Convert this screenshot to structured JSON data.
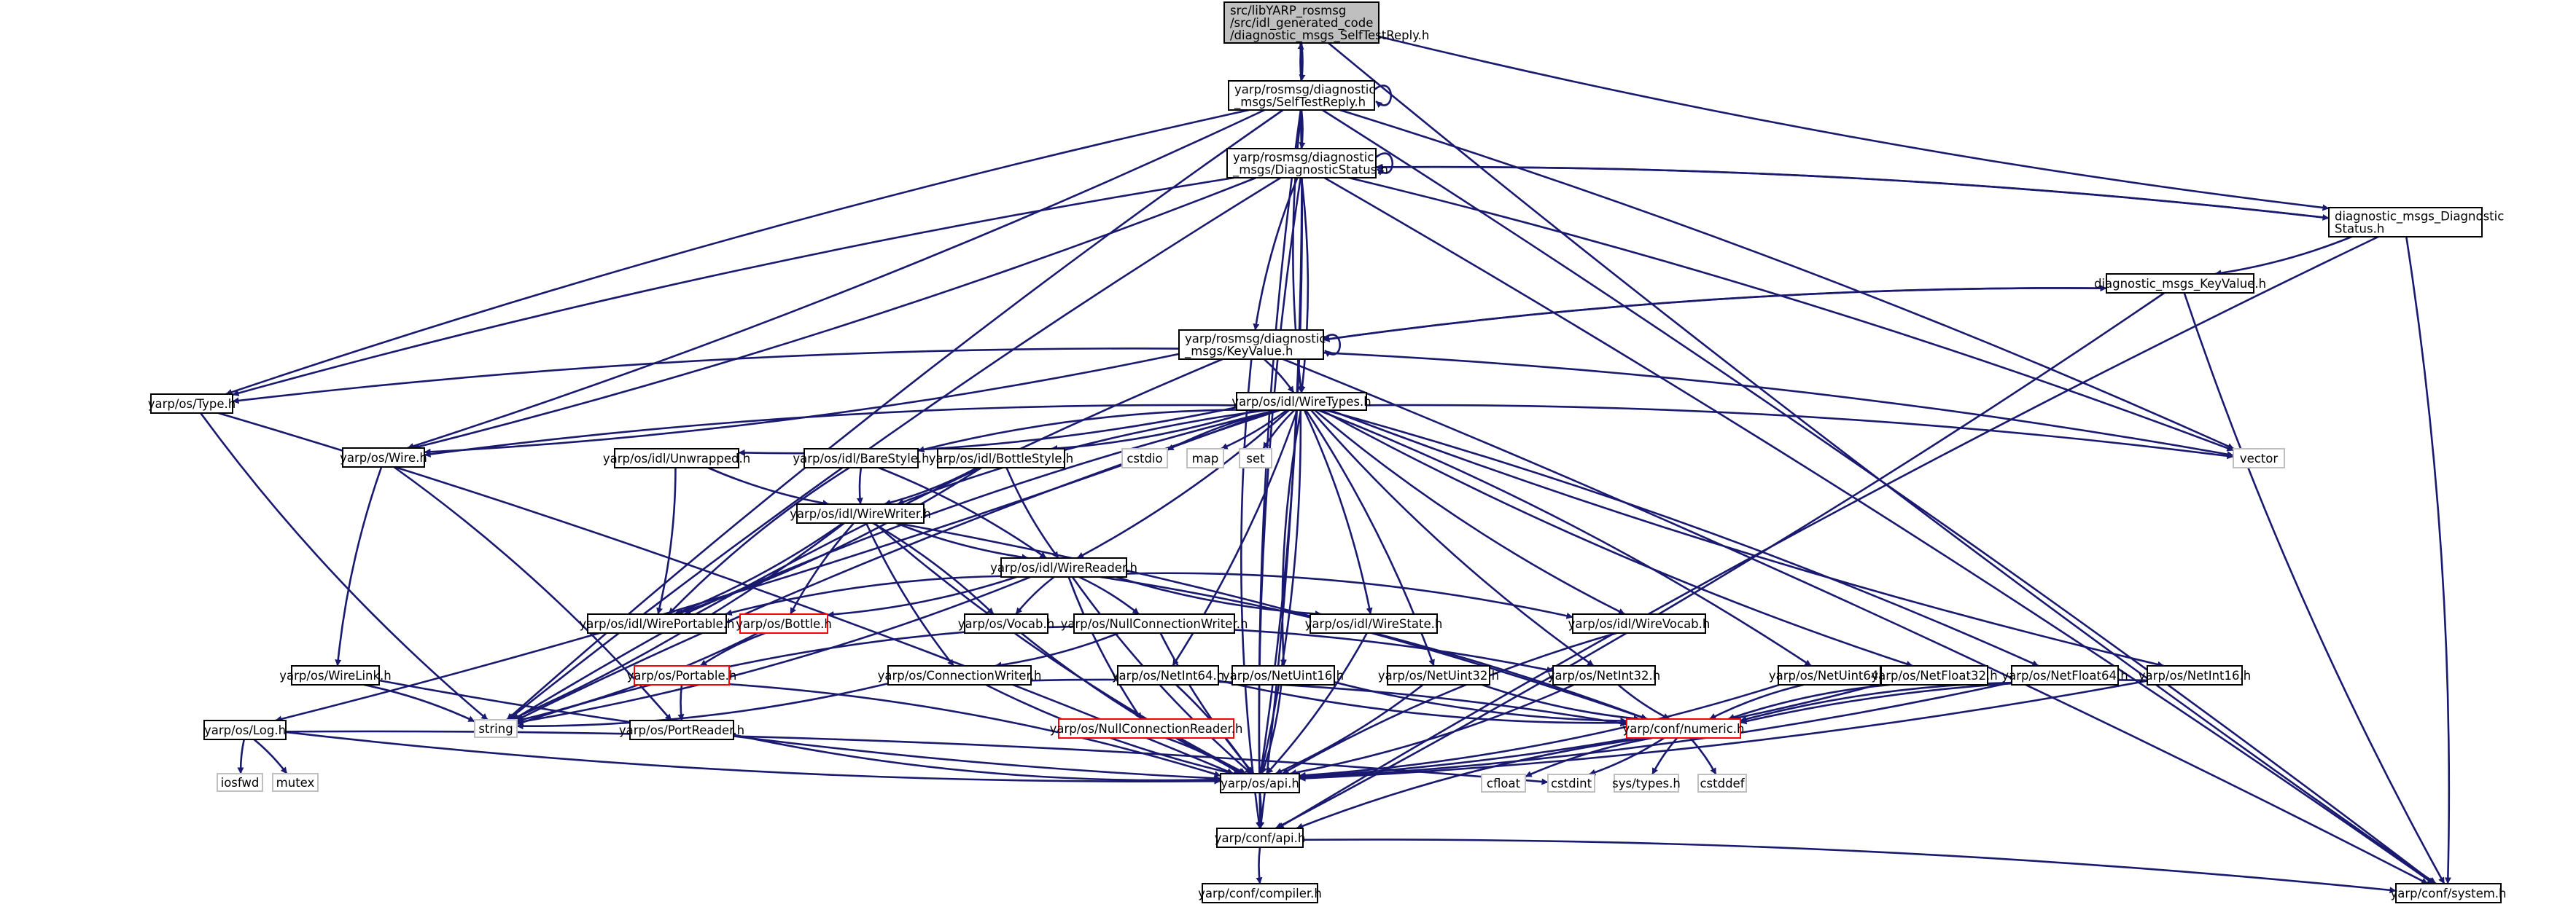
{
  "graph": {
    "nodes": [
      {
        "id": "root",
        "lines": [
          "src/libYARP_rosmsg",
          "/src/idl_generated_code",
          "/diagnostic_msgs_SelfTestReply.h"
        ],
        "kind": "root"
      },
      {
        "id": "selftest",
        "lines": [
          "yarp/rosmsg/diagnostic",
          "_msgs/SelfTestReply.h"
        ]
      },
      {
        "id": "diagstatus",
        "lines": [
          "yarp/rosmsg/diagnostic",
          "_msgs/DiagnosticStatus.h"
        ]
      },
      {
        "id": "dmds",
        "lines": [
          "diagnostic_msgs_Diagnostic",
          "Status.h"
        ]
      },
      {
        "id": "dmkv",
        "lines": [
          "diagnostic_msgs_KeyValue.h"
        ]
      },
      {
        "id": "keyvalue",
        "lines": [
          "yarp/rosmsg/diagnostic",
          "_msgs/KeyValue.h"
        ]
      },
      {
        "id": "type",
        "lines": [
          "yarp/os/Type.h"
        ]
      },
      {
        "id": "wiretypes",
        "lines": [
          "yarp/os/idl/WireTypes.h"
        ]
      },
      {
        "id": "wire",
        "lines": [
          "yarp/os/Wire.h"
        ]
      },
      {
        "id": "unwrapped",
        "lines": [
          "yarp/os/idl/Unwrapped.h"
        ]
      },
      {
        "id": "barestyle",
        "lines": [
          "yarp/os/idl/BareStyle.h"
        ]
      },
      {
        "id": "bottlestyle",
        "lines": [
          "yarp/os/idl/BottleStyle.h"
        ]
      },
      {
        "id": "cstdio",
        "lines": [
          "cstdio"
        ],
        "kind": "ghost"
      },
      {
        "id": "map",
        "lines": [
          "map"
        ],
        "kind": "ghost"
      },
      {
        "id": "set",
        "lines": [
          "set"
        ],
        "kind": "ghost"
      },
      {
        "id": "vector",
        "lines": [
          "vector"
        ],
        "kind": "ghost"
      },
      {
        "id": "wirewriter",
        "lines": [
          "yarp/os/idl/WireWriter.h"
        ]
      },
      {
        "id": "wirereader",
        "lines": [
          "yarp/os/idl/WireReader.h"
        ]
      },
      {
        "id": "wireportable",
        "lines": [
          "yarp/os/idl/WirePortable.h"
        ]
      },
      {
        "id": "bottle",
        "lines": [
          "yarp/os/Bottle.h"
        ],
        "kind": "red"
      },
      {
        "id": "vocab",
        "lines": [
          "yarp/os/Vocab.h"
        ]
      },
      {
        "id": "nullconnwriter",
        "lines": [
          "yarp/os/NullConnectionWriter.h"
        ]
      },
      {
        "id": "wirestate",
        "lines": [
          "yarp/os/idl/WireState.h"
        ]
      },
      {
        "id": "wirevocab",
        "lines": [
          "yarp/os/idl/WireVocab.h"
        ]
      },
      {
        "id": "portable",
        "lines": [
          "yarp/os/Portable.h"
        ],
        "kind": "red"
      },
      {
        "id": "wirelink",
        "lines": [
          "yarp/os/WireLink.h"
        ]
      },
      {
        "id": "connwriter",
        "lines": [
          "yarp/os/ConnectionWriter.h"
        ]
      },
      {
        "id": "netint64",
        "lines": [
          "yarp/os/NetInt64.h"
        ]
      },
      {
        "id": "netuint16",
        "lines": [
          "yarp/os/NetUint16.h"
        ]
      },
      {
        "id": "netuint32",
        "lines": [
          "yarp/os/NetUint32.h"
        ]
      },
      {
        "id": "netint32",
        "lines": [
          "yarp/os/NetInt32.h"
        ]
      },
      {
        "id": "netuint64",
        "lines": [
          "yarp/os/NetUint64.h"
        ]
      },
      {
        "id": "netfloat32",
        "lines": [
          "yarp/os/NetFloat32.h"
        ]
      },
      {
        "id": "netfloat64",
        "lines": [
          "yarp/os/NetFloat64.h"
        ]
      },
      {
        "id": "netint16",
        "lines": [
          "yarp/os/NetInt16.h"
        ]
      },
      {
        "id": "string",
        "lines": [
          "string"
        ],
        "kind": "ghost"
      },
      {
        "id": "log",
        "lines": [
          "yarp/os/Log.h"
        ]
      },
      {
        "id": "portreader",
        "lines": [
          "yarp/os/PortReader.h"
        ]
      },
      {
        "id": "numeric",
        "lines": [
          "yarp/conf/numeric.h"
        ],
        "kind": "red"
      },
      {
        "id": "nullconnreader",
        "lines": [
          "yarp/os/NullConnectionReader.h"
        ],
        "kind": "red"
      },
      {
        "id": "iosfwd",
        "lines": [
          "iosfwd"
        ],
        "kind": "ghost"
      },
      {
        "id": "mutex",
        "lines": [
          "mutex"
        ],
        "kind": "ghost"
      },
      {
        "id": "osapi",
        "lines": [
          "yarp/os/api.h"
        ]
      },
      {
        "id": "cfloat",
        "lines": [
          "cfloat"
        ],
        "kind": "ghost"
      },
      {
        "id": "cstdint",
        "lines": [
          "cstdint"
        ],
        "kind": "ghost"
      },
      {
        "id": "systypes",
        "lines": [
          "sys/types.h"
        ],
        "kind": "ghost"
      },
      {
        "id": "cstddef",
        "lines": [
          "cstddef"
        ],
        "kind": "ghost"
      },
      {
        "id": "confapi",
        "lines": [
          "yarp/conf/api.h"
        ]
      },
      {
        "id": "compiler",
        "lines": [
          "yarp/conf/compiler.h"
        ]
      },
      {
        "id": "system",
        "lines": [
          "yarp/conf/system.h"
        ]
      }
    ],
    "edges": [
      [
        "root",
        "selftest"
      ],
      [
        "root",
        "dmds"
      ],
      [
        "root",
        "confapi"
      ],
      [
        "root",
        "system"
      ],
      [
        "selftest",
        "root"
      ],
      [
        "selftest",
        "selftest"
      ],
      [
        "selftest",
        "diagstatus"
      ],
      [
        "selftest",
        "type"
      ],
      [
        "selftest",
        "wire"
      ],
      [
        "selftest",
        "wiretypes"
      ],
      [
        "selftest",
        "vector"
      ],
      [
        "selftest",
        "string"
      ],
      [
        "selftest",
        "osapi"
      ],
      [
        "selftest",
        "confapi"
      ],
      [
        "selftest",
        "system"
      ],
      [
        "diagstatus",
        "diagstatus"
      ],
      [
        "diagstatus",
        "dmds"
      ],
      [
        "diagstatus",
        "keyvalue"
      ],
      [
        "diagstatus",
        "wiretypes"
      ],
      [
        "diagstatus",
        "type"
      ],
      [
        "diagstatus",
        "wire"
      ],
      [
        "diagstatus",
        "string"
      ],
      [
        "diagstatus",
        "vector"
      ],
      [
        "diagstatus",
        "confapi"
      ],
      [
        "diagstatus",
        "system"
      ],
      [
        "dmds",
        "diagstatus"
      ],
      [
        "dmds",
        "dmkv"
      ],
      [
        "dmds",
        "confapi"
      ],
      [
        "dmds",
        "system"
      ],
      [
        "dmkv",
        "keyvalue"
      ],
      [
        "dmkv",
        "confapi"
      ],
      [
        "dmkv",
        "system"
      ],
      [
        "keyvalue",
        "dmkv"
      ],
      [
        "keyvalue",
        "keyvalue"
      ],
      [
        "keyvalue",
        "wiretypes"
      ],
      [
        "keyvalue",
        "type"
      ],
      [
        "keyvalue",
        "wire"
      ],
      [
        "keyvalue",
        "string"
      ],
      [
        "keyvalue",
        "vector"
      ],
      [
        "keyvalue",
        "confapi"
      ],
      [
        "keyvalue",
        "system"
      ],
      [
        "type",
        "string"
      ],
      [
        "type",
        "osapi"
      ],
      [
        "wiretypes",
        "wire"
      ],
      [
        "wiretypes",
        "unwrapped"
      ],
      [
        "wiretypes",
        "barestyle"
      ],
      [
        "wiretypes",
        "bottlestyle"
      ],
      [
        "wiretypes",
        "cstdio"
      ],
      [
        "wiretypes",
        "map"
      ],
      [
        "wiretypes",
        "set"
      ],
      [
        "wiretypes",
        "vector"
      ],
      [
        "wiretypes",
        "wirewriter"
      ],
      [
        "wiretypes",
        "wirereader"
      ],
      [
        "wiretypes",
        "wireportable"
      ],
      [
        "wiretypes",
        "wirestate"
      ],
      [
        "wiretypes",
        "wirevocab"
      ],
      [
        "wiretypes",
        "log"
      ],
      [
        "wiretypes",
        "string"
      ],
      [
        "wiretypes",
        "netint64"
      ],
      [
        "wiretypes",
        "netuint16"
      ],
      [
        "wiretypes",
        "netuint32"
      ],
      [
        "wiretypes",
        "netint32"
      ],
      [
        "wiretypes",
        "netuint64"
      ],
      [
        "wiretypes",
        "netfloat32"
      ],
      [
        "wiretypes",
        "netfloat64"
      ],
      [
        "wiretypes",
        "netint16"
      ],
      [
        "wiretypes",
        "osapi"
      ],
      [
        "wire",
        "wirelink"
      ],
      [
        "wire",
        "portreader"
      ],
      [
        "unwrapped",
        "wirewriter"
      ],
      [
        "unwrapped",
        "wireportable"
      ],
      [
        "barestyle",
        "wirewriter"
      ],
      [
        "barestyle",
        "wirereader"
      ],
      [
        "barestyle",
        "wireportable"
      ],
      [
        "bottlestyle",
        "wirewriter"
      ],
      [
        "bottlestyle",
        "wirereader"
      ],
      [
        "bottlestyle",
        "wireportable"
      ],
      [
        "wirewriter",
        "wirereader"
      ],
      [
        "wirewriter",
        "wireportable"
      ],
      [
        "wirewriter",
        "bottle"
      ],
      [
        "wirewriter",
        "vocab"
      ],
      [
        "wirewriter",
        "connwriter"
      ],
      [
        "wirewriter",
        "string"
      ],
      [
        "wirewriter",
        "osapi"
      ],
      [
        "wirewriter",
        "numeric"
      ],
      [
        "wirereader",
        "wireportable"
      ],
      [
        "wirereader",
        "bottle"
      ],
      [
        "wirereader",
        "vocab"
      ],
      [
        "wirereader",
        "nullconnwriter"
      ],
      [
        "wirereader",
        "wirestate"
      ],
      [
        "wirereader",
        "wirevocab"
      ],
      [
        "wirereader",
        "nullconnreader"
      ],
      [
        "wirereader",
        "string"
      ],
      [
        "wirereader",
        "osapi"
      ],
      [
        "wirereader",
        "numeric"
      ],
      [
        "bottle",
        "portable"
      ],
      [
        "bottle",
        "string"
      ],
      [
        "portable",
        "portreader"
      ],
      [
        "portable",
        "osapi"
      ],
      [
        "vocab",
        "osapi"
      ],
      [
        "vocab",
        "netint32"
      ],
      [
        "vocab",
        "string"
      ],
      [
        "nullconnwriter",
        "connwriter"
      ],
      [
        "nullconnwriter",
        "osapi"
      ],
      [
        "wirestate",
        "osapi"
      ],
      [
        "wirevocab",
        "osapi"
      ],
      [
        "wirelink",
        "string"
      ],
      [
        "wirelink",
        "osapi"
      ],
      [
        "connwriter",
        "string"
      ],
      [
        "connwriter",
        "osapi"
      ],
      [
        "connwriter",
        "numeric"
      ],
      [
        "netint64",
        "numeric"
      ],
      [
        "netint64",
        "osapi"
      ],
      [
        "netuint16",
        "numeric"
      ],
      [
        "netuint16",
        "osapi"
      ],
      [
        "netuint32",
        "numeric"
      ],
      [
        "netuint32",
        "osapi"
      ],
      [
        "netint32",
        "numeric"
      ],
      [
        "netint32",
        "osapi"
      ],
      [
        "netuint64",
        "numeric"
      ],
      [
        "netuint64",
        "osapi"
      ],
      [
        "netfloat32",
        "numeric"
      ],
      [
        "netfloat32",
        "osapi"
      ],
      [
        "netfloat64",
        "numeric"
      ],
      [
        "netfloat64",
        "osapi"
      ],
      [
        "netint16",
        "numeric"
      ],
      [
        "netint16",
        "osapi"
      ],
      [
        "log",
        "iosfwd"
      ],
      [
        "log",
        "mutex"
      ],
      [
        "log",
        "osapi"
      ],
      [
        "log",
        "cstdint"
      ],
      [
        "portreader",
        "osapi"
      ],
      [
        "nullconnreader",
        "osapi"
      ],
      [
        "numeric",
        "cfloat"
      ],
      [
        "numeric",
        "cstdint"
      ],
      [
        "numeric",
        "systypes"
      ],
      [
        "numeric",
        "cstddef"
      ],
      [
        "numeric",
        "confapi"
      ],
      [
        "osapi",
        "confapi"
      ],
      [
        "confapi",
        "compiler"
      ],
      [
        "confapi",
        "system"
      ]
    ]
  }
}
